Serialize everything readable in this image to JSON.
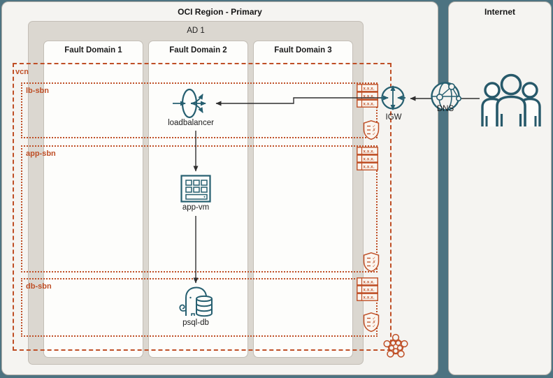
{
  "region": {
    "title": "OCI Region - Primary",
    "ad_label": "AD 1",
    "fault_domains": [
      {
        "label": "Fault Domain 1"
      },
      {
        "label": "Fault Domain 2"
      },
      {
        "label": "Fault Domain 3"
      }
    ]
  },
  "internet": {
    "title": "Internet"
  },
  "vcn": {
    "label": "vcn",
    "subnets": [
      {
        "label": "lb-sbn"
      },
      {
        "label": "app-sbn"
      },
      {
        "label": "db-sbn"
      }
    ]
  },
  "nodes": {
    "loadbalancer": {
      "label": "loadbalancer",
      "icon": "load-balancer-icon"
    },
    "app_vm": {
      "label": "app-vm",
      "icon": "compute-vm-icon"
    },
    "psql_db": {
      "label": "psql-db",
      "icon": "postgresql-database-icon"
    },
    "igw": {
      "label": "IGW",
      "icon": "internet-gateway-icon"
    },
    "dns": {
      "label": "DNS",
      "icon": "dns-globe-icon"
    },
    "users": {
      "icon": "internet-users-icon"
    }
  },
  "icons": {
    "route_table": {
      "name": "route-table-icon",
      "rows": [
        "x.x.x.",
        "x.x.x.",
        "x.x.x."
      ]
    },
    "security_list": {
      "name": "security-list-icon",
      "marks": [
        "✓",
        "✗",
        "✓"
      ]
    },
    "vcn_cluster": {
      "name": "vcn-cluster-icon"
    }
  },
  "colors": {
    "background": "#4d7381",
    "panel": "#f5f4f1",
    "availability_domain": "#dbd7d0",
    "fault_domain": "#fdfdfb",
    "accent_orange": "#bf4f26",
    "icon_teal": "#265f70",
    "connector": "#2f2f2f"
  }
}
